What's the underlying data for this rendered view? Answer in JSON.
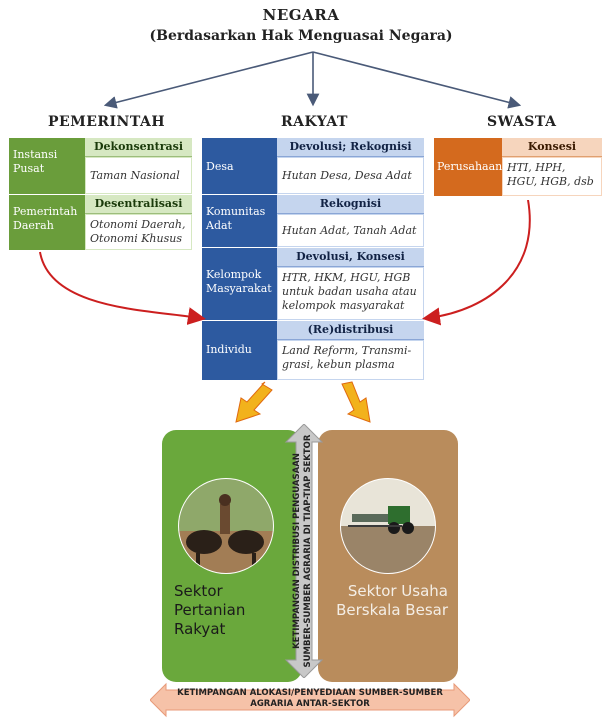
{
  "title": {
    "line1": "NEGARA",
    "line2": "(Berdasarkan Hak Menguasai Negara)"
  },
  "columns": {
    "pemerintah": "PEMERINTAH",
    "rakyat": "RAKYAT",
    "swasta": "SWASTA"
  },
  "pemerintah": {
    "rows": [
      {
        "actor": "Instansi Pusat",
        "mode": "Dekonsentrasi",
        "detail": "Taman Nasional"
      },
      {
        "actor": "Pemerintah Daerah",
        "mode": "Desentralisasi",
        "detail": "Otonomi Daerah, Otonomi Khusus"
      }
    ]
  },
  "rakyat": {
    "rows": [
      {
        "actor": "Desa",
        "mode": "Devolusi; Rekognisi",
        "detail": "Hutan Desa, Desa Adat"
      },
      {
        "actor": "Komunitas Adat",
        "mode": "Rekognisi",
        "detail": "Hutan Adat, Tanah Adat"
      },
      {
        "actor": "Kelompok Masyarakat",
        "mode": "Devolusi, Konsesi",
        "detail": "HTR, HKM, HGU, HGB untuk badan usaha atau kelompok masyarakat"
      },
      {
        "actor": "Individu",
        "mode": "(Re)distribusi",
        "detail": "Land Reform, Transmi-grasi, kebun plasma"
      }
    ]
  },
  "swasta": {
    "rows": [
      {
        "actor": "Perusahaan",
        "mode": "Konsesi",
        "detail": "HTI, HPH, HGU, HGB, dsb"
      }
    ]
  },
  "sektor": {
    "left": "Sektor Pertanian Rakyat",
    "right": "Sektor Usaha Berskala Besar",
    "vertical": "KETIMPANGAN DISTRIBUSI PENGUASAAN SUMBER-SUMBER AGRARIA DI TIAP-TIAP SEKTOR",
    "bottom": "KETIMPANGAN ALOKASI/PENYEDIAAN SUMBER-SUMBER AGRARIA ANTAR-SEKTOR"
  },
  "colors": {
    "pemerintah": "#6a9d3b",
    "rakyat": "#2d5aa0",
    "swasta": "#d46a1e",
    "sektor_rakyat": "#6aa83c",
    "sektor_besar": "#b98c5c",
    "connector": "#cc1f1f",
    "big_arrow": "#f2b21c",
    "bottom_arrow": "#f6c2a8"
  }
}
